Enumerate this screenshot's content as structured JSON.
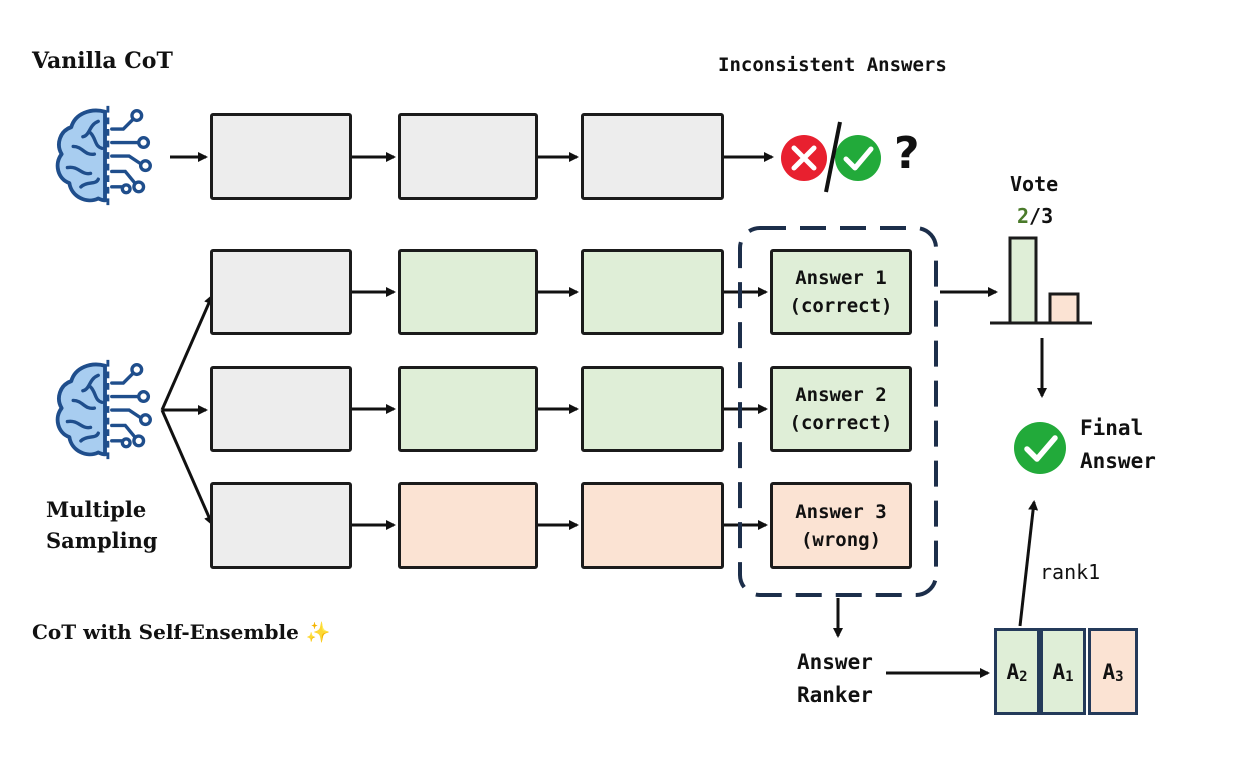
{
  "labels": {
    "vanilla_title": "Vanilla CoT",
    "inconsistent": "Inconsistent Answers",
    "question_mark": "?",
    "vote_title": "Vote",
    "vote_count": "2",
    "vote_total": "/3",
    "multiple_line1": "Multiple",
    "multiple_line2": "Sampling",
    "self_ensemble": "CoT with Self-Ensemble",
    "sparkle": "✨",
    "final_line1": "Final",
    "final_line2": "Answer",
    "ranker_line1": "Answer",
    "ranker_line2": "Ranker",
    "rank1": "rank1"
  },
  "answers": [
    {
      "line1": "Answer 1",
      "line2": "(correct)",
      "status": "correct"
    },
    {
      "line1": "Answer 2",
      "line2": "(correct)",
      "status": "correct"
    },
    {
      "line1": "Answer 3",
      "line2": "(wrong)",
      "status": "wrong"
    }
  ],
  "ranking": [
    {
      "letter": "A",
      "sub": "2",
      "status": "correct"
    },
    {
      "letter": "A",
      "sub": "1",
      "status": "correct"
    },
    {
      "letter": "A",
      "sub": "3",
      "status": "wrong"
    }
  ],
  "vote": {
    "correct": 2,
    "wrong": 1,
    "total": 3
  },
  "colors": {
    "neutral": "#ededed",
    "correct": "#dfeed7",
    "wrong": "#fbe3d3",
    "brain": "#a8cdf0",
    "brain_stroke": "#1f4e8c",
    "dashed_frame": "#1c2e4a",
    "check_green": "#22aa3a",
    "cross_red": "#e8202f",
    "vote_green_text": "#4a7a2a"
  },
  "icons": [
    "brain-icon",
    "cross-icon",
    "check-icon",
    "sparkle-icon"
  ]
}
